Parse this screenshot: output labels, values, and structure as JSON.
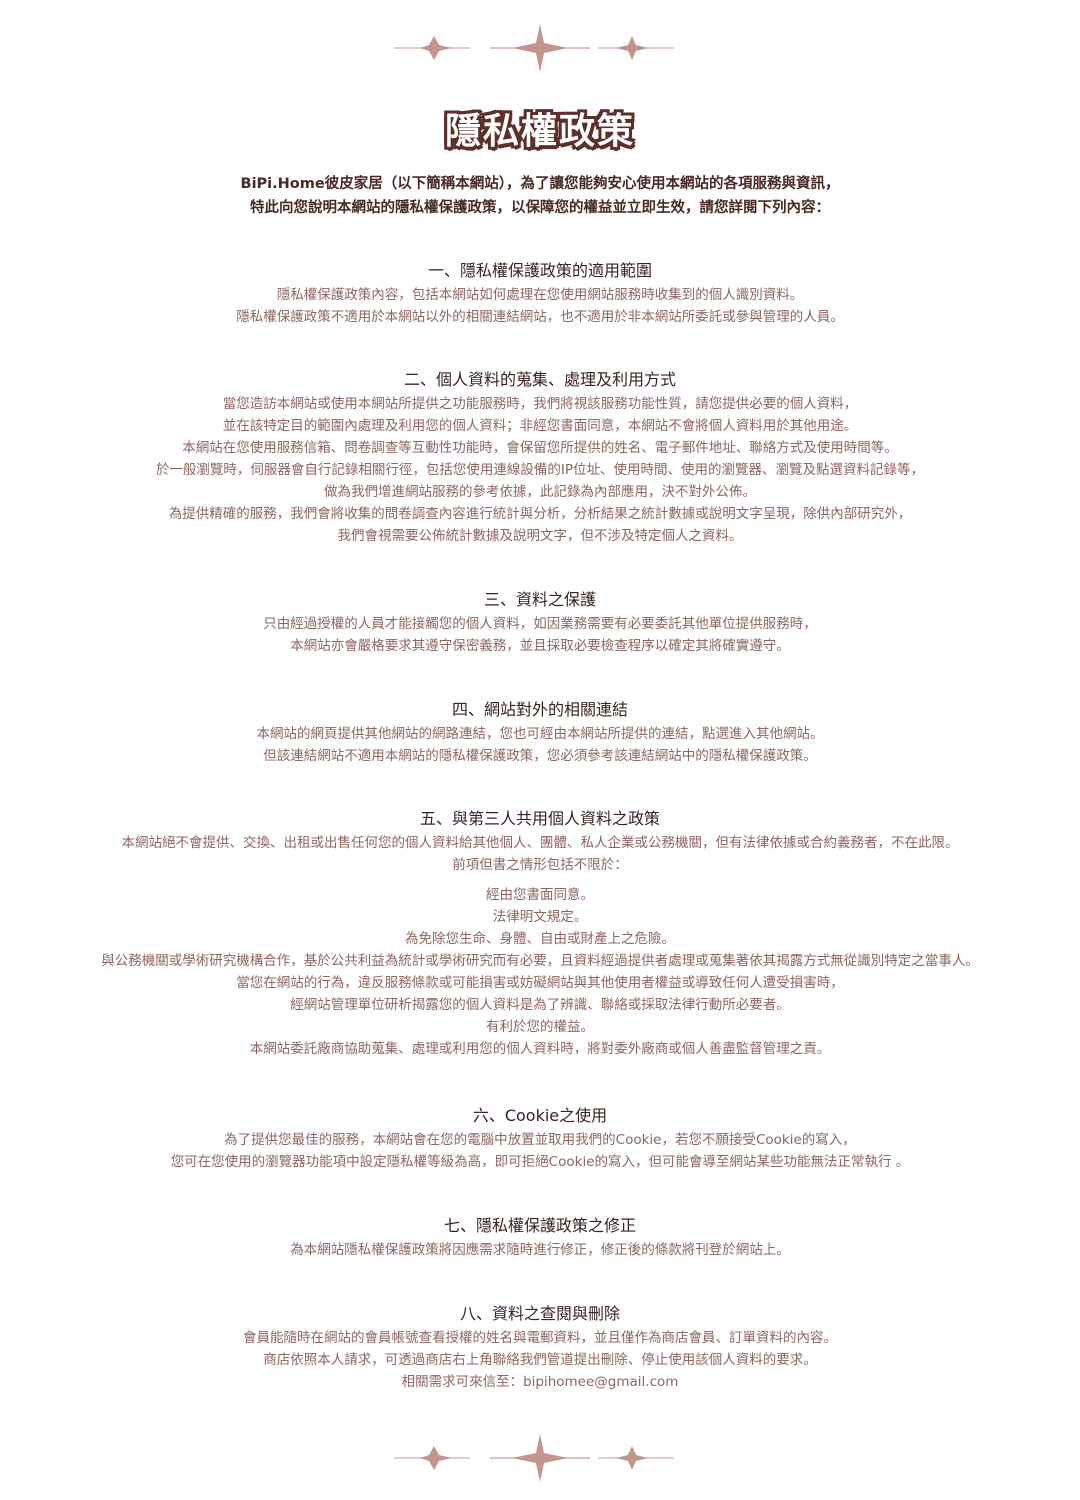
{
  "title": "隱私權政策",
  "intro": [
    "BiPi.Home彼皮家居（以下簡稱本網站），為了讓您能夠安心使用本網站的各項服務與資訊，",
    "特此向您說明本網站的隱私權保護政策，以保障您的權益並立即生效，請您詳閱下列內容："
  ],
  "colors": {
    "accent": "#c4958c",
    "heading": "#3a2320",
    "body": "#8e6560",
    "title_outline": "#5e2f28"
  },
  "sections": [
    {
      "heading": "一、隱私權保護政策的適用範圍",
      "lines": [
        "隱私權保護政策內容，包括本網站如何處理在您使用網站服務時收集到的個人識別資料。",
        "隱私權保護政策不適用於本網站以外的相關連結網站，也不適用於非本網站所委託或參與管理的人員。"
      ]
    },
    {
      "heading": "二、個人資料的蒐集、處理及利用方式",
      "lines": [
        "當您造訪本網站或使用本網站所提供之功能服務時，我們將視該服務功能性質，請您提供必要的個人資料，",
        "並在該特定目的範圍內處理及利用您的個人資料；非經您書面同意，本網站不會將個人資料用於其他用途。",
        "本網站在您使用服務信箱、問卷調查等互動性功能時，會保留您所提供的姓名、電子郵件地址、聯絡方式及使用時間等。",
        "於一般瀏覽時，伺服器會自行記錄相關行徑，包括您使用連線設備的IP位址、使用時間、使用的瀏覽器、瀏覽及點選資料記錄等，",
        "做為我們增進網站服務的參考依據，此記錄為內部應用，決不對外公佈。",
        "為提供精確的服務，我們會將收集的問卷調查內容進行統計與分析，分析結果之統計數據或說明文字呈現，除供內部研究外，",
        "我們會視需要公佈統計數據及說明文字，但不涉及特定個人之資料。"
      ]
    },
    {
      "heading": "三、資料之保護",
      "lines": [
        "只由經過授權的人員才能接觸您的個人資料，如因業務需要有必要委託其他單位提供服務時，",
        "本網站亦會嚴格要求其遵守保密義務，並且採取必要檢查程序以確定其將確實遵守。"
      ]
    },
    {
      "heading": "四、網站對外的相關連結",
      "lines": [
        "本網站的網頁提供其他網站的網路連結，您也可經由本網站所提供的連結，點選進入其他網站。",
        "但該連結網站不適用本網站的隱私權保護政策，您必須參考該連結網站中的隱私權保護政策。"
      ]
    },
    {
      "heading": "五、與第三人共用個人資料之政策",
      "lines": [
        "本網站絕不會提供、交換、出租或出售任何您的個人資料給其他個人、團體、私人企業或公務機關，但有法律依據或合約義務者，不在此限。",
        "前項但書之情形包括不限於："
      ],
      "sublist": [
        "經由您書面同意。",
        "法律明文規定。",
        "為免除您生命、身體、自由或財產上之危險。",
        "與公務機關或學術研究機構合作，基於公共利益為統計或學術研究而有必要，且資料經過提供者處理或蒐集著依其揭露方式無從識別特定之當事人。",
        "當您在網站的行為，違反服務條款或可能損害或妨礙網站與其他使用者權益或導致任何人遭受損害時，",
        "經網站管理單位研析揭露您的個人資料是為了辨識、聯絡或採取法律行動所必要者。",
        "有利於您的權益。",
        "本網站委託廠商協助蒐集、處理或利用您的個人資料時，將對委外廠商或個人善盡監督管理之責。"
      ]
    },
    {
      "heading": "六、Cookie之使用",
      "lines": [
        "為了提供您最佳的服務，本網站會在您的電腦中放置並取用我們的Cookie，若您不願接受Cookie的寫入，",
        "您可在您使用的瀏覽器功能項中設定隱私權等級為高，即可拒絕Cookie的寫入，但可能會導至網站某些功能無法正常執行 。"
      ]
    },
    {
      "heading": "七、隱私權保護政策之修正",
      "lines": [
        "為本網站隱私權保護政策將因應需求隨時進行修正，修正後的條款將刊登於網站上。"
      ]
    },
    {
      "heading": "八、資料之查閱與刪除",
      "lines": [
        "會員能隨時在網站的會員帳號查看授權的姓名與電郵資料，並且僅作為商店會員、訂單資料的內容。",
        "商店依照本人請求，可透過商店右上角聯絡我們管道提出刪除、停止使用該個人資料的要求。",
        "相關需求可來信至：bipihomee@gmail.com"
      ]
    }
  ]
}
